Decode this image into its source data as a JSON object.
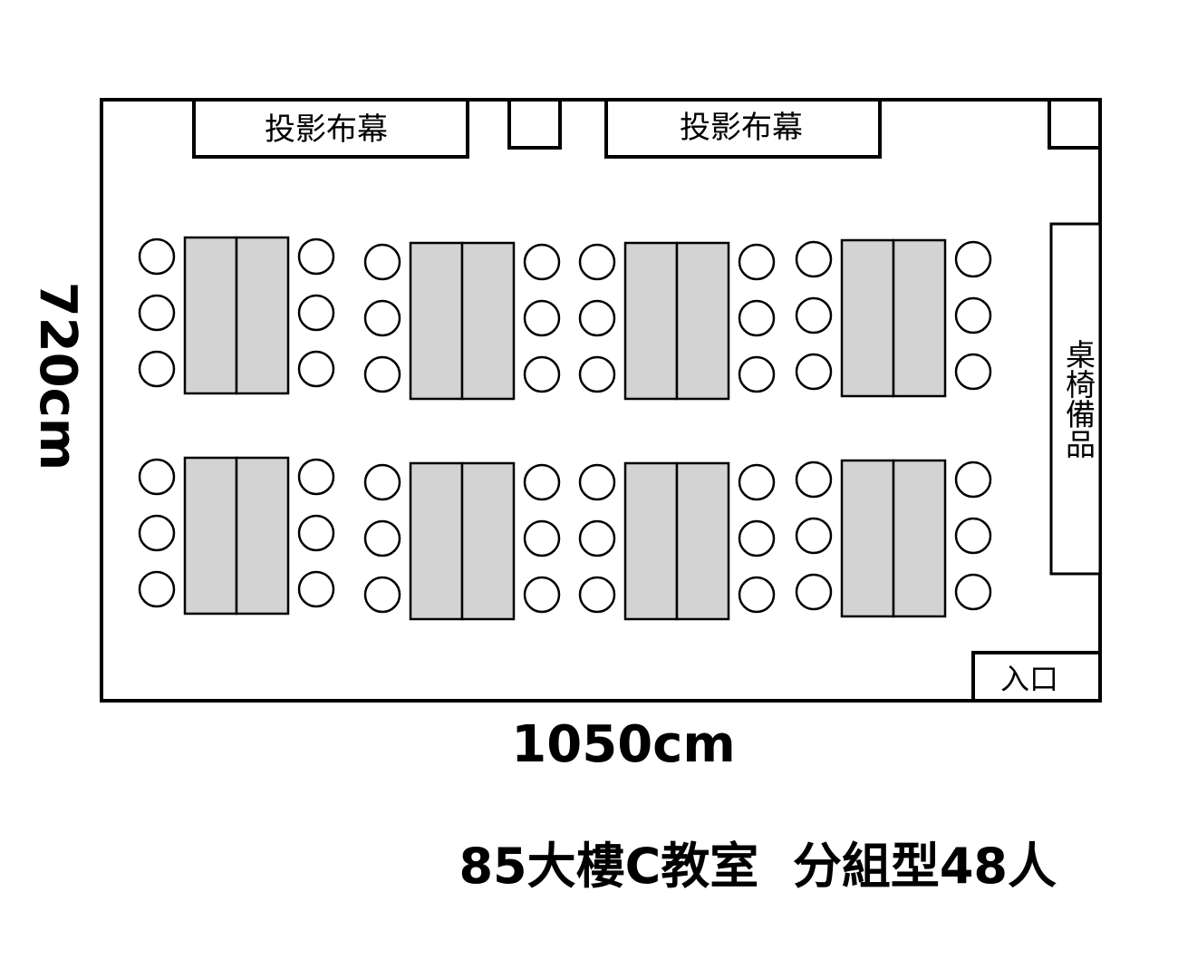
{
  "labels": {
    "screen": "投影布幕",
    "storage": "桌椅備品",
    "entrance": "入口",
    "width": "1050cm",
    "height": "720cm",
    "title": "85大樓C教室  分組型48人"
  },
  "colors": {
    "line": "#000000",
    "table_fill": "#d3d3d3",
    "background": "#ffffff"
  },
  "layout_summary": {
    "table_groups": 8,
    "tables_per_group": 2,
    "chairs_per_group": 6,
    "total_seats": 48
  }
}
